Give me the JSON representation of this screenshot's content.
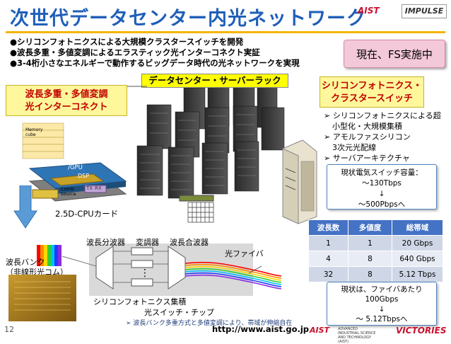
{
  "slide": {
    "title": "次世代データセンター内光ネットワーク",
    "page_number": "12",
    "url": "http://www.aist.go.jp"
  },
  "logos": {
    "aist": "AIST",
    "impulse": "IMPULSE",
    "bottom_aist": "AIST",
    "bottom_aist_sub": "ADVANCED INDUSTRIAL SCIENCE AND TECHNOLOGY (AIST)",
    "victories": "VICTORIES"
  },
  "bullets": [
    "●シリコンフォトニクスによる大規模クラスタースイッチを開発",
    "●波長多重・多値変調によるエラスティック光インターコネクト実証",
    "●3-4桁小さなエネルギーで動作するビッグデータ時代の光ネットワークを実現"
  ],
  "status_box": "現在、FS実施中",
  "rack_label": "データセンター・サーバーラック",
  "wdm_box": {
    "line1": "波長多重・多値変調",
    "line2": "光インターコネクト"
  },
  "siph_box": {
    "line1": "シリコンフォトニクス・",
    "line2": "クラスタースイッチ"
  },
  "siph_features": [
    "シリコンフォトニクスによる超",
    "小型化・大規模集積",
    "アモルファスシリコン",
    "3次元光配線",
    "サーバアーキテクチャ"
  ],
  "capacity_box": {
    "line1": "現状電気スイッチ容量：",
    "line2": "～130Tbps",
    "arrow": "↓",
    "line3": "～500Pbpsへ"
  },
  "cpu_card": {
    "memory": "Memory cube",
    "cpu": "CPU /GPU",
    "dsp": "DSP",
    "comb": "Comb source",
    "tx": "TX",
    "rx": "RX",
    "caption": "2.5D-CPUカード"
  },
  "optics": {
    "demux": "波長分波器",
    "modulator": "変調器",
    "mux": "波長合波器",
    "fiber": "光ファイバ",
    "wavelength_bank_1": "波長バンク",
    "wavelength_bank_2": "（非線形光コム）",
    "integration": "シリコンフォトニクス集積",
    "switch_chip": "光スイッチ・チップ"
  },
  "wavelength_table": {
    "headers": [
      "波長数",
      "多値度",
      "総帯域"
    ],
    "rows": [
      [
        "1",
        "1",
        "20 Gbps"
      ],
      [
        "4",
        "8",
        "640 Gbps"
      ],
      [
        "32",
        "8",
        "5.12 Tbps"
      ]
    ]
  },
  "fiber_box": {
    "line1": "現状は、ファイバあたり",
    "line2": "100Gbps",
    "arrow": "↓",
    "line3": "～ 5.12Tbpsへ"
  },
  "footnote": "波長バンク多重方式と多値変調により、帯域が伸縮自在",
  "colors": {
    "title": "#1f5fb8",
    "accent_line": "#f5b400",
    "highlight_box": "#fff79b",
    "highlight_text": "#c00000",
    "table_header": "#4472c4"
  }
}
